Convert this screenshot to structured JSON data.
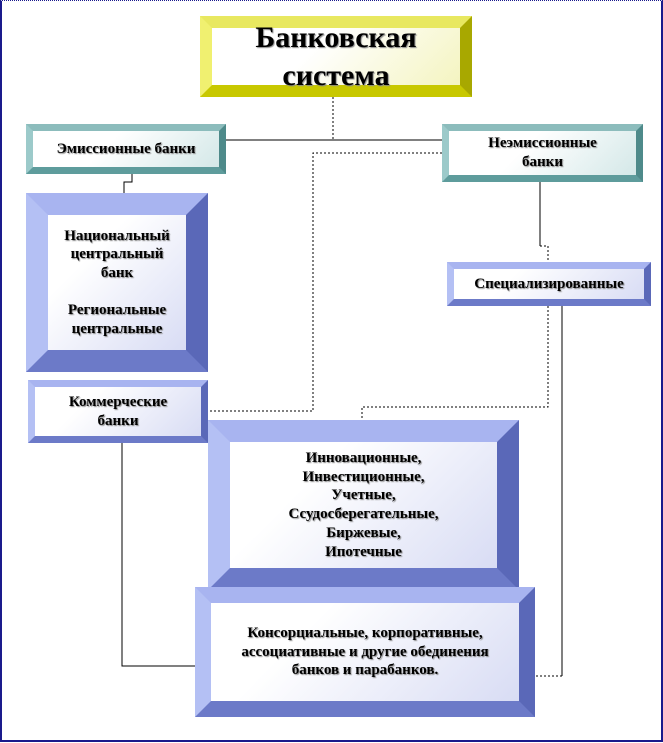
{
  "title": [
    "Банковская",
    "система"
  ],
  "emission": {
    "label": "Эмиссионные банки"
  },
  "non_emission": {
    "lines": [
      "Неэмиссионные",
      "банки"
    ]
  },
  "national": {
    "lines": [
      "Национальный",
      "центральный",
      "банк",
      "Региональные",
      "центральные"
    ]
  },
  "commercial": {
    "lines": [
      "Коммерческие",
      "банки"
    ]
  },
  "specialized": {
    "label": "Специализированные"
  },
  "types": {
    "lines": [
      "Инновационные,",
      "Инвестиционные,",
      "Учетные,",
      "Ссудосберегательные,",
      "Биржевые,",
      "Ипотечные"
    ]
  },
  "associations": {
    "lines": [
      "Консорциальные, корпоративные,",
      "ассоциативные и другие обединения",
      "банков и парабанков."
    ]
  }
}
